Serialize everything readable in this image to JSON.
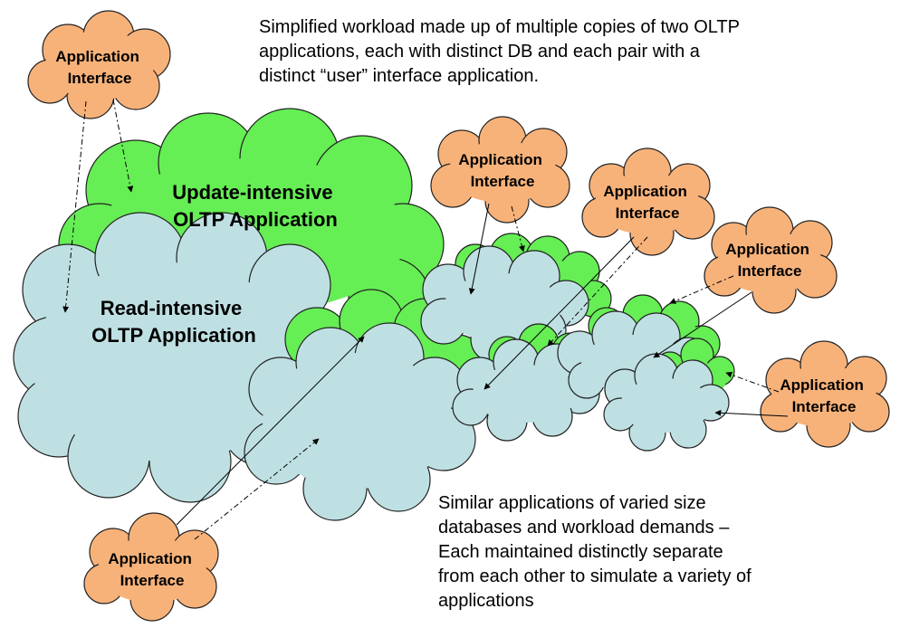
{
  "captions": {
    "top": [
      "Simplified workload made up of multiple copies of two OLTP",
      "applications, each with distinct DB and each pair with a",
      "distinct “user” interface application."
    ],
    "bottom": [
      "Similar applications of varied size",
      "databases and workload demands –",
      "Each maintained distinctly separate",
      "from each other to simulate a variety of",
      "applications"
    ]
  },
  "clouds": {
    "update": [
      "Update-intensive",
      "OLTP Application"
    ],
    "read": [
      "Read-intensive",
      "OLTP Application"
    ]
  },
  "interface_label": [
    "Application",
    "Interface"
  ],
  "colors": {
    "update_cloud": "#66ee55",
    "read_cloud": "#bfe0e3",
    "interface_cloud": "#f7b27a",
    "outline": "#222222",
    "arrow": "#000000",
    "background": "#ffffff"
  }
}
